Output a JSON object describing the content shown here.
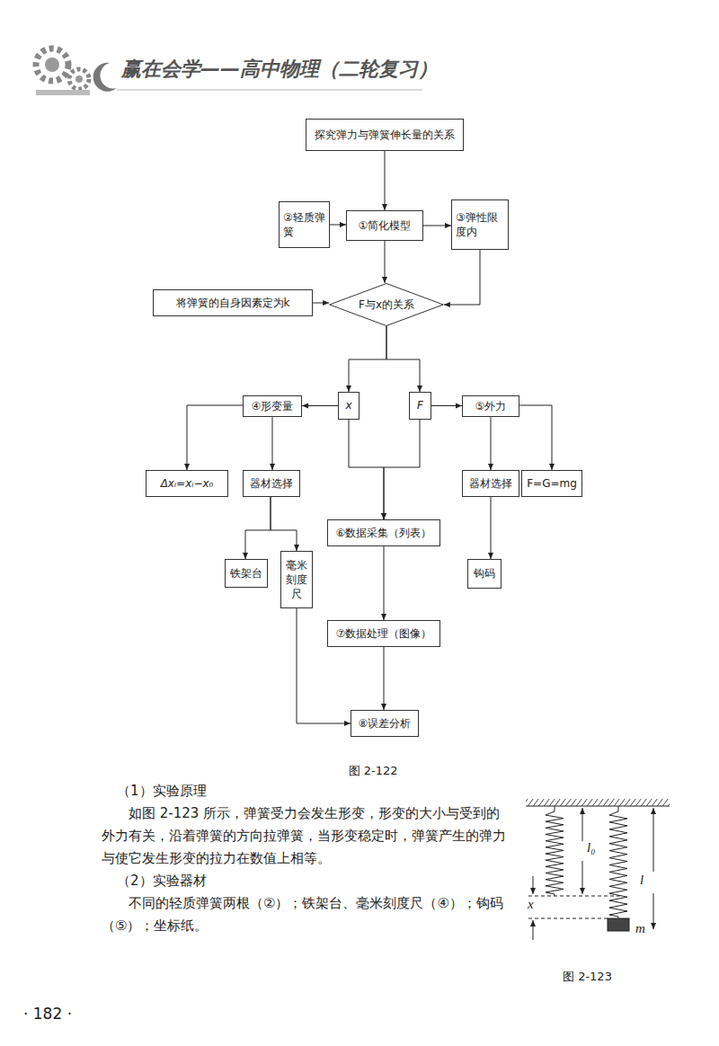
{
  "diagram": {
    "caption": "图 2-122",
    "nodes": [
      {
        "text": [
          "探究弹力与弹簧伸长量的关系"
        ]
      },
      {
        "text": [
          "②轻质弹簧"
        ]
      },
      {
        "text": [
          "①简化模型"
        ]
      },
      {
        "text": [
          "③弹性限度内"
        ]
      },
      {
        "text": [
          "将弹簧的自身因素定为k"
        ]
      },
      {
        "text": [
          "F与x的关系"
        ]
      },
      {
        "text": [
          "④形变量"
        ]
      },
      {
        "text": [
          "x"
        ]
      },
      {
        "text": [
          "F"
        ]
      },
      {
        "text": [
          "⑤外力"
        ]
      },
      {
        "text": [
          "Δxᵢ=xᵢ−x₀"
        ]
      },
      {
        "text": [
          "器材选择"
        ]
      },
      {
        "text": [
          "⑥数据采集（列表）"
        ]
      },
      {
        "text": [
          "器材选择"
        ]
      },
      {
        "text": [
          "F=G=mg"
        ]
      },
      {
        "text": [
          "铁架台"
        ]
      },
      {
        "text": [
          "毫米刻度尺"
        ]
      },
      {
        "text": [
          "钩码"
        ]
      },
      {
        "text": [
          "⑦数据处理（图像）"
        ]
      },
      {
        "text": [
          "⑧误差分析"
        ]
      }
    ],
    "edges": [
      {
        "from": 0,
        "to": 2,
        "arrow": "to"
      },
      {
        "from": 1,
        "to": 2,
        "arrow": "to"
      },
      {
        "from": 2,
        "to": 3,
        "arrow": "to"
      },
      {
        "from": 2,
        "to": 5,
        "arrow": "to"
      },
      {
        "from": 3,
        "to": 5,
        "arrow": "to"
      },
      {
        "from": 4,
        "to": 5,
        "arrow": "to"
      },
      {
        "from": 5,
        "to": 7,
        "arrow": "to"
      },
      {
        "from": 5,
        "to": 8,
        "arrow": "to"
      },
      {
        "from": 7,
        "to": 6,
        "arrow": "to"
      },
      {
        "from": 8,
        "to": 9,
        "arrow": "to"
      },
      {
        "from": 6,
        "to": 10,
        "arrow": "to"
      },
      {
        "from": 6,
        "to": 11,
        "arrow": "to"
      },
      {
        "from": 9,
        "to": 13,
        "arrow": "to"
      },
      {
        "from": 9,
        "to": 14,
        "arrow": "to"
      },
      {
        "from": 7,
        "to": 12,
        "arrow": "to"
      },
      {
        "from": 8,
        "to": 12,
        "arrow": "to"
      },
      {
        "from": 11,
        "to": 15,
        "arrow": "to"
      },
      {
        "from": 11,
        "to": 16,
        "arrow": "to"
      },
      {
        "from": 13,
        "to": 17,
        "arrow": "to"
      },
      {
        "from": 12,
        "to": 18,
        "arrow": "to"
      },
      {
        "from": 18,
        "to": 19,
        "arrow": "to"
      },
      {
        "from": 16,
        "to": 19,
        "arrow": "to"
      }
    ],
    "labels": [
      "赢在会学——高中物理（二轮复习）",
      "（1）实验原理",
      "如图 2-123 所示，弹簧受力会发生形变，形变的大小与受到的外力有关，沿着弹簧的方向拉弹簧，当形变稳定时，弹簧产生的弹力与使它发生形变的拉力在数值上相等。",
      "（2）实验器材",
      "不同的轻质弹簧两根（②）；铁架台、毫米刻度尺（④）；钩码（⑤）；坐标纸。",
      "l₀",
      "l",
      "x",
      "m",
      "图 2-123",
      "· 182 ·"
    ]
  }
}
